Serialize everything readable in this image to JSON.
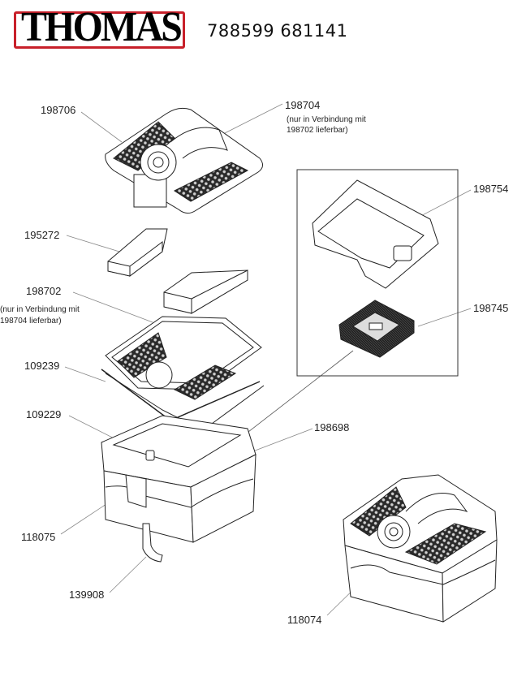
{
  "header": {
    "brand": "THOMAS",
    "brand_border_color": "#c8202a",
    "product_number": "788599 681141"
  },
  "parts": [
    {
      "id": "198706",
      "note": ""
    },
    {
      "id": "198704",
      "note": "(nur in Verbindung mit\n198702 lieferbar)"
    },
    {
      "id": "198754",
      "note": ""
    },
    {
      "id": "195272",
      "note": ""
    },
    {
      "id": "198702",
      "note": "(nur in Verbindung mit\n198704 lieferbar)"
    },
    {
      "id": "198745",
      "note": ""
    },
    {
      "id": "109239",
      "note": ""
    },
    {
      "id": "109229",
      "note": ""
    },
    {
      "id": "198698",
      "note": ""
    },
    {
      "id": "118075",
      "note": ""
    },
    {
      "id": "139908",
      "note": ""
    },
    {
      "id": "118074",
      "note": ""
    }
  ],
  "notes": {
    "n198704_line1": "(nur in Verbindung mit",
    "n198704_line2": "198702 lieferbar)",
    "n198702_line1": "(nur in Verbindung mit",
    "n198702_line2": "198704 lieferbar)"
  }
}
